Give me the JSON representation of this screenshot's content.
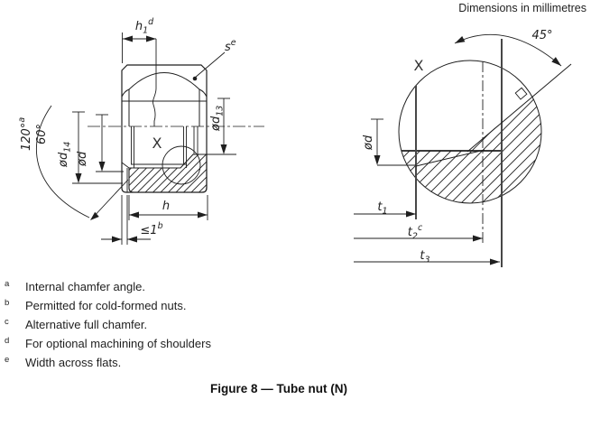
{
  "header": {
    "note": "Dimensions in millimetres"
  },
  "caption": "Figure 8 — Tube nut (N)",
  "footnotes": [
    {
      "marker": "a",
      "text": "Internal chamfer angle."
    },
    {
      "marker": "b",
      "text": "Permitted for cold-formed nuts."
    },
    {
      "marker": "c",
      "text": "Alternative full chamfer."
    },
    {
      "marker": "d",
      "text": "For optional machining of shoulders"
    },
    {
      "marker": "e",
      "text": "Width across flats."
    }
  ],
  "labels": {
    "h1": {
      "base": "h",
      "sub": "1",
      "sup": "d"
    },
    "s": {
      "base": "s",
      "sup": "e"
    },
    "angle120": {
      "base": "120°",
      "sup": "a"
    },
    "angle60": {
      "base": "60°"
    },
    "d14": {
      "base": "ød",
      "sub": "14"
    },
    "d": {
      "base": "ød"
    },
    "d13": {
      "base": "ød",
      "sub": "13"
    },
    "h": {
      "base": "h"
    },
    "le1": {
      "base": "≤1",
      "sup": "b"
    },
    "detail_mark": "X",
    "deg45": {
      "base": "45°"
    },
    "d_right": {
      "base": "ød"
    },
    "t1": {
      "base": "t",
      "sub": "1"
    },
    "t2": {
      "base": "t",
      "sub": "2",
      "sup": "c"
    },
    "t3": {
      "base": "t",
      "sub": "3"
    }
  },
  "colors": {
    "line": "#1f1f1f",
    "thick": "#474747",
    "text": "#1f1f1f"
  }
}
